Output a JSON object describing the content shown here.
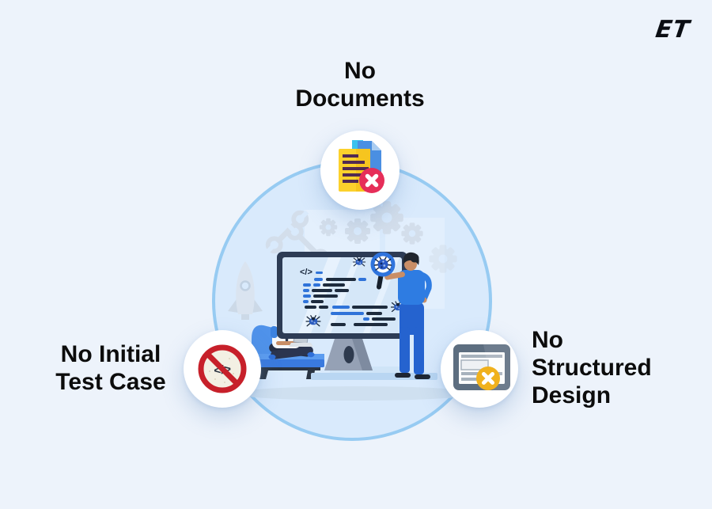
{
  "logo": {
    "text": "ET"
  },
  "labels": {
    "top": "No\nDocuments",
    "left": "No Initial\nTest Case",
    "right": "No\nStructured\nDesign"
  },
  "illustration": {
    "screen_code_symbol": "</>",
    "banned_code_symbol": "</>"
  },
  "colors": {
    "page_background": "#edf3fb",
    "circle_fill": "#d9eafc",
    "circle_border": "#97cbf2",
    "text": "#0c0c0c",
    "error_badge_red": "#e62e59",
    "warning_badge_yellow": "#f0b11d",
    "prohibition_red": "#c7202a",
    "code_blue": "#2f73d9",
    "code_dark": "#1d2b3d",
    "monitor_frame": "#2d3c55",
    "screen_fill": "#d5e7f8",
    "document_yellow": "#fcd12c",
    "document_blue": "#4a8fe2",
    "document_cyan": "#3bc1ee"
  }
}
